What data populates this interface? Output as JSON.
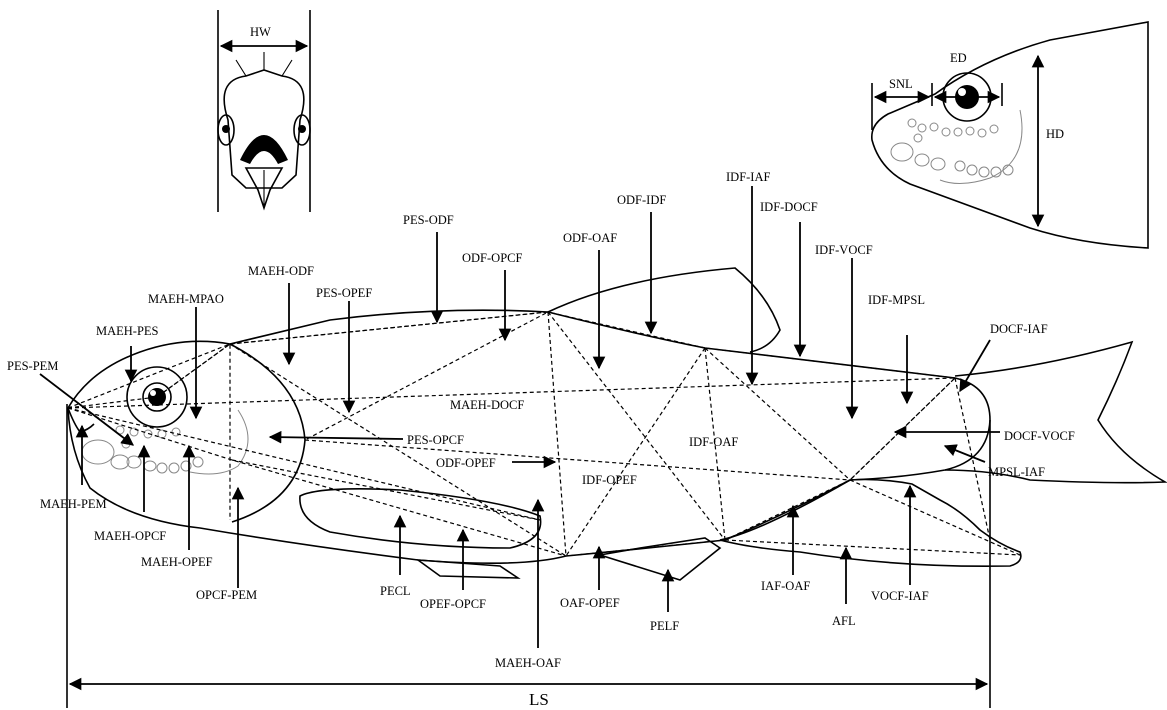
{
  "colors": {
    "ink": "#000000",
    "background": "#ffffff",
    "guide": "#888888"
  },
  "labels": {
    "hw": "HW",
    "ed": "ED",
    "snl": "SNL",
    "hd": "HD",
    "ls": "LS",
    "pes_odf": "PES-ODF",
    "odf_idf": "ODF-IDF",
    "idf_iaf": "IDF-IAF",
    "idf_docf": "IDF-DOCF",
    "odf_oaf": "ODF-OAF",
    "odf_opcf": "ODF-OPCF",
    "maeh_odf": "MAEH-ODF",
    "idf_vocf": "IDF-VOCF",
    "pes_opef": "PES-OPEF",
    "maeh_mpao": "MAEH-MPAO",
    "idf_mpsl": "IDF-MPSL",
    "maeh_pes": "MAEH-PES",
    "docf_iaf": "DOCF-IAF",
    "pes_pem": "PES-PEM",
    "maeh_docf": "MAEH-DOCF",
    "pes_opcf": "PES-OPCF",
    "idf_oaf": "IDF-OAF",
    "docf_vocf": "DOCF-VOCF",
    "odf_opef": "ODF-OPEF",
    "mpsl_iaf": "MPSL-IAF",
    "idf_opef": "IDF-OPEF",
    "maeh_pem": "MAEH-PEM",
    "maeh_opcf": "MAEH-OPCF",
    "maeh_opef": "MAEH-OPEF",
    "opcf_pem": "OPCF-PEM",
    "pecl": "PECL",
    "opef_opcf": "OPEF-OPCF",
    "oaf_opef": "OAF-OPEF",
    "pelf": "PELF",
    "iaf_oaf": "IAF-OAF",
    "afl": "AFL",
    "vocf_iaf": "VOCF-IAF",
    "maeh_oaf": "MAEH-OAF"
  }
}
